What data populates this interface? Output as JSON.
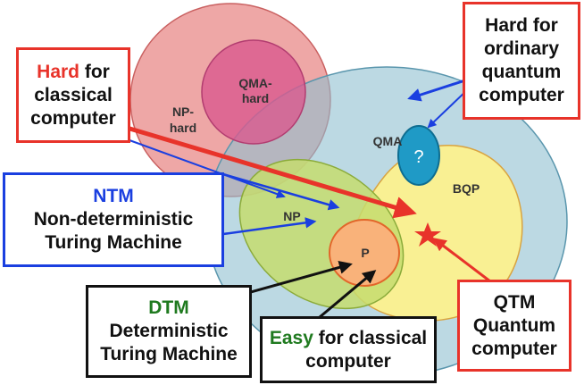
{
  "colors": {
    "red": "#e8332a",
    "blue": "#1a3fe0",
    "green": "#1f7a1f",
    "black": "#111111"
  },
  "regions": {
    "np_hard": "NP-\nhard",
    "qma_hard": "QMA-\nhard",
    "qma": "QMA",
    "np": "NP",
    "p": "P",
    "bqp": "BQP",
    "unknown": "?"
  },
  "boxes": {
    "hard_classical": {
      "highlight": "Hard",
      "line1_rest": " for",
      "line2": "classical",
      "line3": "computer"
    },
    "hard_quantum": {
      "line1": "Hard for",
      "line2": "ordinary",
      "line3": "quantum",
      "line4": "computer"
    },
    "ntm": {
      "line1": "NTM",
      "line2": "Non-deterministic",
      "line3": "Turing Machine"
    },
    "dtm": {
      "line1": "DTM",
      "line2": "Deterministic",
      "line3": "Turing Machine"
    },
    "easy_classical": {
      "highlight": "Easy",
      "line1_rest": " for classical",
      "line2": "computer"
    },
    "qtm": {
      "line1": "QTM",
      "line2": "Quantum",
      "line3": "computer"
    }
  }
}
